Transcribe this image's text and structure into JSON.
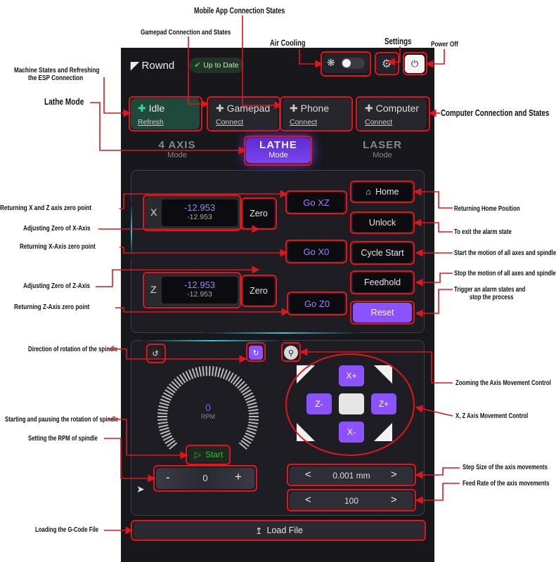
{
  "annotations": {
    "mobile_app": "Mobile App Connection States",
    "gamepad": "Gamepad Connection and States",
    "air_cooling": "Air Cooling",
    "settings": "Settings",
    "power_off": "Power Off",
    "machine_states_1": "Machine States and Refreshing",
    "machine_states_2": "the ESP Connection",
    "lathe_mode": "Lathe Mode",
    "computer": "Computer Connection and States",
    "ret_xz": "Returning X and Z axis zero point",
    "adj_x": "Adjusting Zero of X-Axis",
    "ret_x": "Returning X-Axis zero point",
    "adj_z": "Adjusting Zero of Z-Axis",
    "ret_z": "Returning Z-Axis zero point",
    "ret_home": "Returning Home Position",
    "exit_alarm": "To exit the alarm state",
    "start_motion": "Start the motion of all axes and spindle",
    "stop_motion": "Stop the motion of all axes and spindle",
    "trigger_1": "Trigger an alarm states and",
    "trigger_2": "stop the process",
    "direction": "Direction of rotation of the spindle",
    "zooming": "Zooming the Axis Movement Control",
    "xz_control": "X, Z Axis Movement Control",
    "start_pause": "Starting and pausing the rotation of spindle",
    "set_rpm": "Setting the RPM of spindle",
    "step_size": "Step Size of the axis movements",
    "feed_rate": "Feed Rate of the axis movements",
    "gcode": "Loading the G-Code File"
  },
  "header": {
    "logo": "Rownd",
    "status_badge": "Up to Date"
  },
  "connections": [
    {
      "label": "Idle",
      "action": "Refresh"
    },
    {
      "label": "Gamepad",
      "action": "Connect"
    },
    {
      "label": "Phone",
      "action": "Connect"
    },
    {
      "label": "Computer",
      "action": "Connect"
    }
  ],
  "modes": [
    {
      "title": "4 AXIS",
      "sub": "Mode"
    },
    {
      "title": "LATHE",
      "sub": "Mode"
    },
    {
      "title": "LASER",
      "sub": "Mode"
    }
  ],
  "axes": {
    "x": {
      "label": "X",
      "value": "-12.953",
      "sub": "-12.953",
      "zero": "Zero"
    },
    "z": {
      "label": "Z",
      "value": "-12.953",
      "sub": "-12.953",
      "zero": "Zero"
    }
  },
  "goto": {
    "xz": "Go XZ",
    "x0": "Go X0",
    "z0": "Go Z0"
  },
  "controls": {
    "home": "Home",
    "unlock": "Unlock",
    "cycle": "Cycle Start",
    "feedhold": "Feedhold",
    "reset": "Reset"
  },
  "spindle": {
    "rpm_value": "0",
    "rpm_label": "RPM",
    "start": "Start",
    "minus": "-",
    "setpoint": "0",
    "plus": "+"
  },
  "jog": {
    "xplus": "X+",
    "xminus": "X-",
    "zminus": "Z-",
    "zplus": "Z+"
  },
  "step": {
    "left": "<",
    "value": "0.001 mm",
    "right": ">"
  },
  "feed": {
    "left": "<",
    "value": "100",
    "right": ">"
  },
  "load_file": "Load File",
  "colors": {
    "accent": "#8c52ff",
    "annotation_red": "#e1161d",
    "ok_green": "#2dbf3c",
    "glow_cyan": "#3ec6d8"
  }
}
